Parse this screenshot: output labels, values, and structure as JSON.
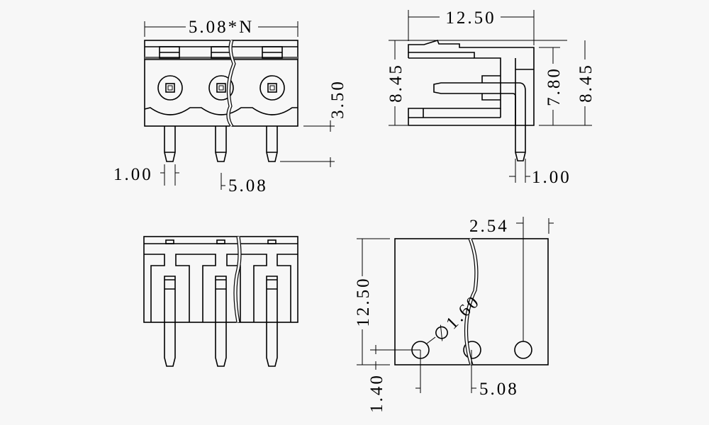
{
  "drawing": {
    "front_view": {
      "width_dim": "5.08*N",
      "height_dim": "3.50",
      "pin_dim": "1.00",
      "pitch_dim": "5.08"
    },
    "side_view": {
      "depth_dim": "12.50",
      "left_height_dim": "8.45",
      "inner_height_dim": "7.80",
      "right_height_dim": "8.45",
      "pin_dim": "1.00"
    },
    "bottom_view": {},
    "footprint_view": {
      "height_dim": "12.50",
      "offset_dim": "1.40",
      "edge_dim": "2.54",
      "hole_dim": "∅1.60",
      "pitch_dim": "5.08"
    },
    "colors": {
      "line": "#000000",
      "background": "#f7f7f7"
    }
  }
}
